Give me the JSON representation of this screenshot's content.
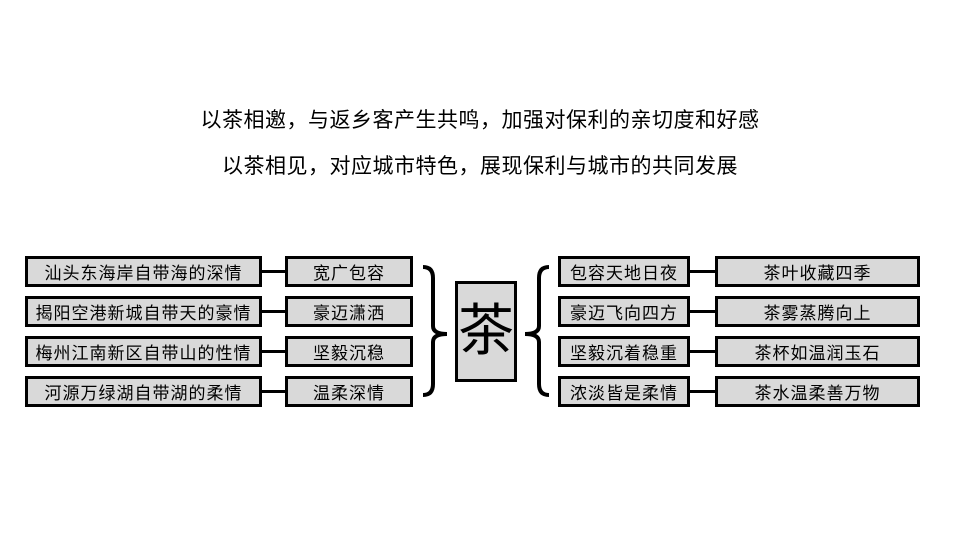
{
  "title": {
    "line1": "以茶相邀，与返乡客产生共鸣，加强对保利的亲切度和好感",
    "line2": "以茶相见，对应城市特色，展现保利与城市的共同发展"
  },
  "diagram": {
    "center": {
      "label": "茶"
    },
    "left_rows": [
      {
        "city": "汕头东海岸自带海的深情",
        "trait": "宽广包容"
      },
      {
        "city": "揭阳空港新城自带天的豪情",
        "trait": "豪迈潇洒"
      },
      {
        "city": "梅州江南新区自带山的性情",
        "trait": "坚毅沉稳"
      },
      {
        "city": "河源万绿湖自带湖的柔情",
        "trait": "温柔深情"
      }
    ],
    "right_rows": [
      {
        "trait": "包容天地日夜",
        "tea": "茶叶收藏四季"
      },
      {
        "trait": "豪迈飞向四方",
        "tea": "茶雾蒸腾向上"
      },
      {
        "trait": "坚毅沉着稳重",
        "tea": "茶杯如温润玉石"
      },
      {
        "trait": "浓淡皆是柔情",
        "tea": "茶水温柔善万物"
      }
    ],
    "colors": {
      "box_fill": "#d9d9d9",
      "box_border": "#000000",
      "text": "#000000",
      "background": "#ffffff"
    }
  }
}
